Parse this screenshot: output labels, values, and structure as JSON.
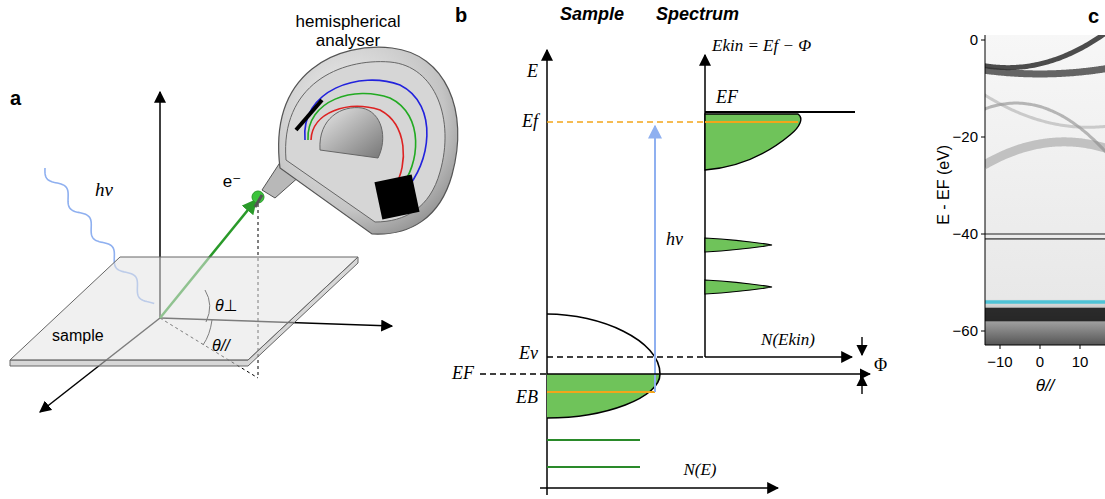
{
  "diagram": {
    "nodes": [
      {
        "text": [
          "sample"
        ]
      }
    ],
    "labels": [
      "a",
      "hemispherical analyser",
      "hν",
      "e⁻",
      "θ⊥",
      "θ//",
      "b",
      "Sample",
      "Spectrum",
      "E",
      "Ef",
      "Ekin = Ef − Φ",
      "EF",
      "hν",
      "N(Ekin)",
      "Ev",
      "EF",
      "Φ",
      "EB",
      "N(E)",
      "c",
      "0",
      "−20",
      "−40",
      "−60",
      "E - EF (eV)",
      "−10",
      "0",
      "10",
      "θ//"
    ]
  }
}
